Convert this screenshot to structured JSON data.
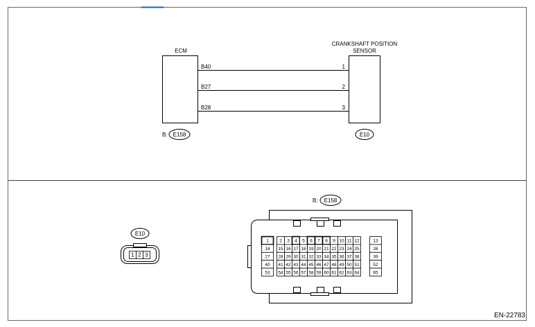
{
  "diagram": {
    "ecm_label": "ECM",
    "sensor_label_line1": "CRANKSHAFT POSITION",
    "sensor_label_line2": "SENSOR",
    "wires": [
      {
        "ecm_terminal": "B40",
        "sensor_pin": "1"
      },
      {
        "ecm_terminal": "B27",
        "sensor_pin": "2"
      },
      {
        "ecm_terminal": "B28",
        "sensor_pin": "3"
      }
    ],
    "ecm_connector_prefix": "B:",
    "ecm_connector_id": "E158",
    "sensor_connector_id": "E10",
    "e10_connector": {
      "label": "E10",
      "pins": [
        "1",
        "2",
        "3"
      ]
    },
    "e158_connector": {
      "prefix": "B:",
      "label": "E158",
      "main_rows": [
        [
          "1",
          "2",
          "3",
          "4",
          "5",
          "6",
          "7",
          "8",
          "9",
          "10",
          "11",
          "12"
        ],
        [
          "14",
          "15",
          "16",
          "17",
          "18",
          "19",
          "20",
          "21",
          "22",
          "23",
          "24",
          "25"
        ],
        [
          "27",
          "28",
          "29",
          "30",
          "31",
          "32",
          "33",
          "34",
          "35",
          "36",
          "37",
          "38"
        ],
        [
          "40",
          "41",
          "42",
          "43",
          "44",
          "45",
          "46",
          "47",
          "48",
          "49",
          "50",
          "51"
        ],
        [
          "53",
          "54",
          "55",
          "56",
          "57",
          "58",
          "59",
          "60",
          "61",
          "62",
          "63",
          "64"
        ]
      ],
      "side_column": [
        "13",
        "26",
        "39",
        "52",
        "65"
      ],
      "bold_pins": [
        "1",
        "4",
        "6",
        "7",
        "8"
      ]
    },
    "figure_id": "EN-22783"
  }
}
